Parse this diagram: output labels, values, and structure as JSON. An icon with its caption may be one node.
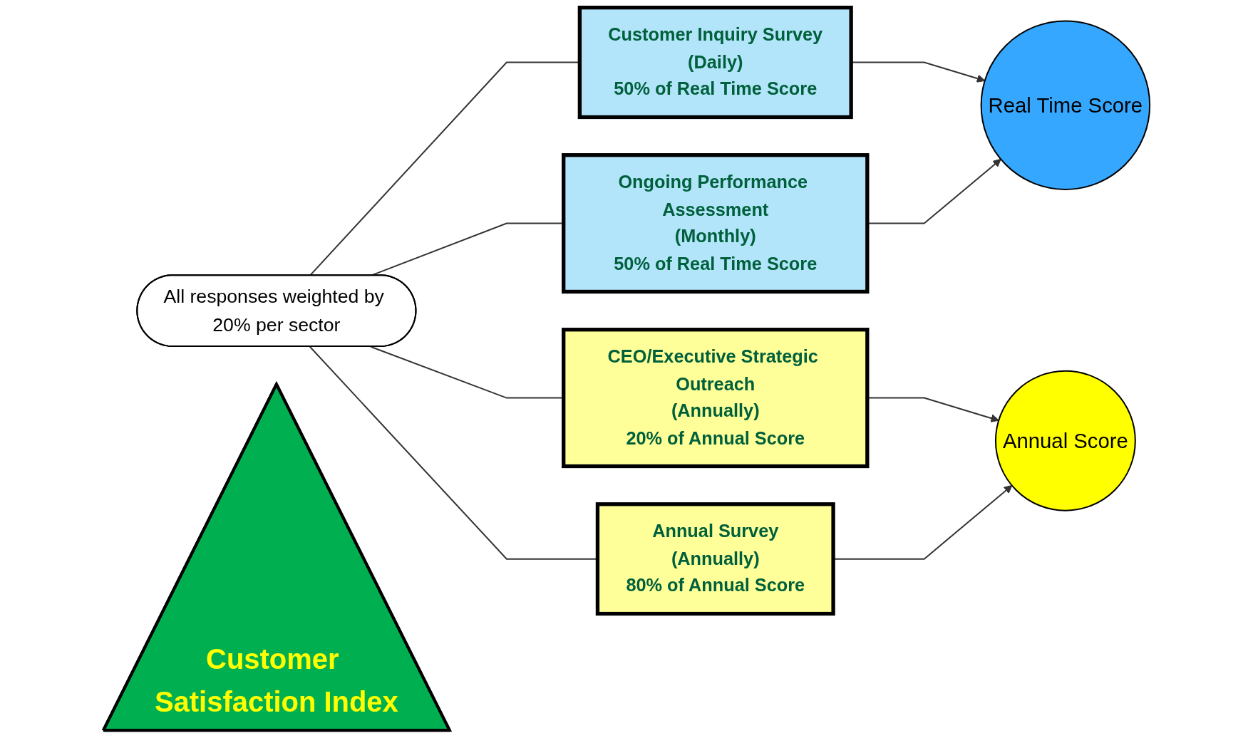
{
  "diagram": {
    "nodes": [
      {
        "text": [
          "All responses weighted by 20% per sector"
        ]
      },
      {
        "text": [
          "Customer Inquiry Survey",
          "(Daily)",
          "50% of Real Time Score"
        ]
      },
      {
        "text": [
          "Ongoing Performance Assessment",
          "(Monthly)",
          "50% of Real Time Score"
        ]
      },
      {
        "text": [
          "CEO/Executive Strategic Outreach",
          "(Annually)",
          "20% of Annual Score"
        ]
      },
      {
        "text": [
          "Annual Survey",
          "(Annually)",
          "80% of Annual Score"
        ]
      },
      {
        "text": [
          "Real Time Score"
        ]
      },
      {
        "text": [
          "Annual Score"
        ]
      },
      {
        "text": [
          "Customer Satisfaction Index"
        ]
      }
    ],
    "edges": [
      {
        "from": 0,
        "to": 1,
        "arrow": "none"
      },
      {
        "from": 0,
        "to": 2,
        "arrow": "none"
      },
      {
        "from": 0,
        "to": 3,
        "arrow": "none"
      },
      {
        "from": 0,
        "to": 4,
        "arrow": "none"
      },
      {
        "from": 1,
        "to": 5,
        "arrow": "to"
      },
      {
        "from": 2,
        "to": 5,
        "arrow": "to"
      },
      {
        "from": 3,
        "to": 6,
        "arrow": "to"
      },
      {
        "from": 4,
        "to": 6,
        "arrow": "to"
      }
    ]
  }
}
